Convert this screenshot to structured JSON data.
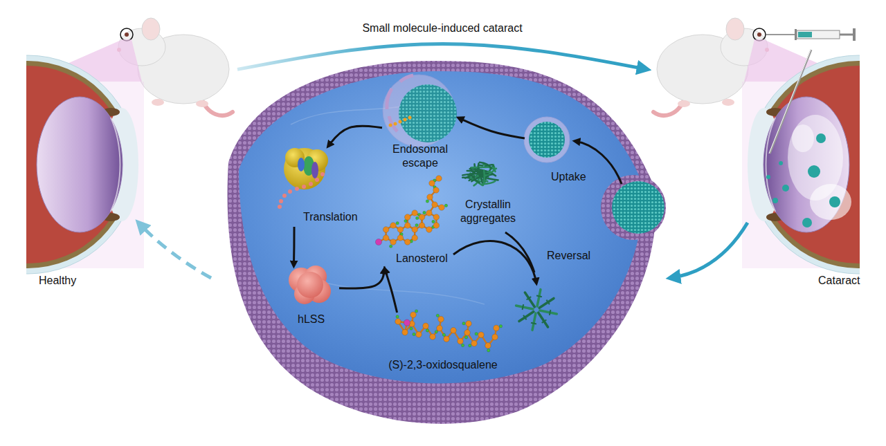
{
  "diagram": {
    "nodes": [
      {
        "text": [
          "Healthy"
        ]
      },
      {
        "text": [
          "Cataract"
        ]
      },
      {
        "text": [
          "Uptake"
        ]
      },
      {
        "text": [
          "Endosomal escape"
        ]
      },
      {
        "text": [
          "Translation"
        ]
      },
      {
        "text": [
          "hLSS"
        ]
      },
      {
        "text": [
          "(S)-2,3-oxidosqualene"
        ]
      },
      {
        "text": [
          "Lanosterol"
        ]
      },
      {
        "text": [
          "Crystallin aggregates"
        ]
      }
    ],
    "edges": [
      {
        "from": 0,
        "to": 1,
        "arrow": "to",
        "label": "Small molecule-induced cataract"
      },
      {
        "from": 2,
        "to": 3,
        "arrow": "to"
      },
      {
        "from": 3,
        "to": 4,
        "arrow": "to"
      },
      {
        "from": 4,
        "to": 5,
        "arrow": "to"
      },
      {
        "from": 5,
        "to": 7,
        "arrow": "to"
      },
      {
        "from": 6,
        "to": 7,
        "arrow": "to"
      }
    ],
    "labels": [
      "Reversal"
    ]
  }
}
